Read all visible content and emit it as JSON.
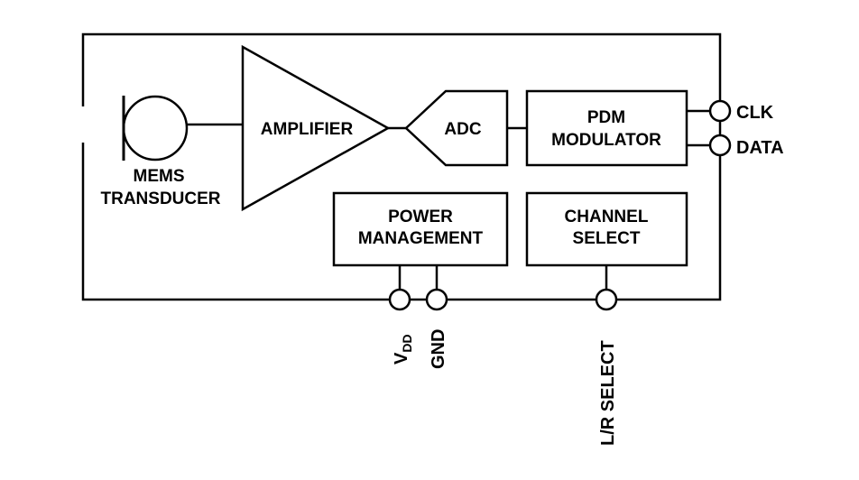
{
  "diagram": {
    "blocks": {
      "transducer": {
        "line1": "MEMS",
        "line2": "TRANSDUCER"
      },
      "amplifier": "AMPLIFIER",
      "adc": "ADC",
      "pdm": {
        "line1": "PDM",
        "line2": "MODULATOR"
      },
      "power": {
        "line1": "POWER",
        "line2": "MANAGEMENT"
      },
      "channel": {
        "line1": "CHANNEL",
        "line2": "SELECT"
      }
    },
    "pins": {
      "clk": "CLK",
      "data": "DATA",
      "vdd": "V",
      "vdd_sub": "DD",
      "gnd": "GND",
      "lr_select": "L/R SELECT"
    }
  }
}
